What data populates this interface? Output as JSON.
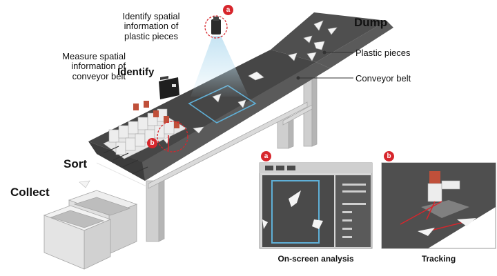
{
  "labels": {
    "camera_top": "Identify spatial\ninformation of\nplastic pieces",
    "sensor_left": "Measure spatial\ninformation of\nconveyor belt",
    "identify": "Identify",
    "dump": "Dump",
    "plastic_pieces": "Plastic pieces",
    "conveyor_belt": "Conveyor belt",
    "sort": "Sort",
    "collect": "Collect",
    "inset_a_caption": "On-screen analysis",
    "inset_b_caption": "Tracking"
  },
  "badges": {
    "a": "a",
    "b": "b"
  },
  "colors": {
    "belt": "#4a4a4a",
    "belt_side": "#6b6b6b",
    "frame": "#c8c8c8",
    "highlight_blue": "#5fb0d8",
    "badge_red": "#d7262c",
    "bin": "#d9d9d9"
  }
}
